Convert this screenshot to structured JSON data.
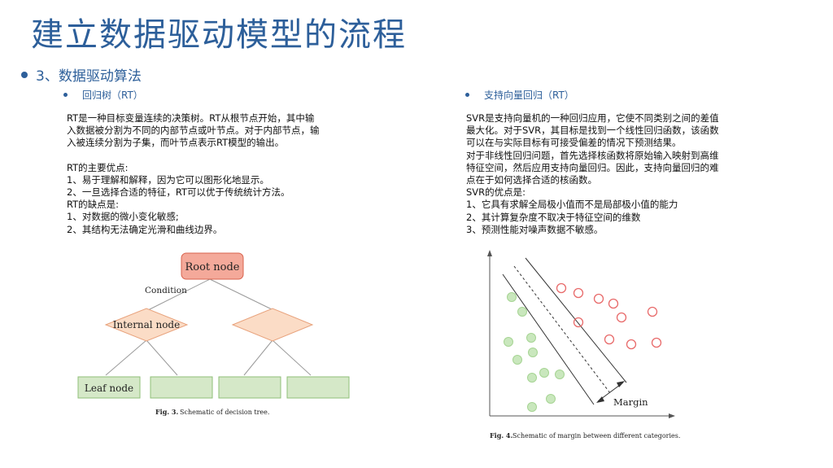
{
  "slide": {
    "title": "建立数据驱动模型的流程",
    "section": "3、数据驱动算法",
    "left": {
      "heading": "回归树（RT）",
      "lines_p1": [
        "RT是一种目标变量连续的决策树。RT从根节点开始，其中输",
        "入数据被分割为不同的内部节点或叶节点。对于内部节点，输",
        "入被连续分割为子集，而叶节点表示RT模型的输出。"
      ],
      "lines_p2": [
        "RT的主要优点:",
        "1、易于理解和解释，因为它可以图形化地显示。",
        "2、一旦选择合适的特征，RT可以优于传统统计方法。",
        "RT的缺点是:",
        "1、对数据的微小变化敏感;",
        "2、其结构无法确定光滑和曲线边界。"
      ]
    },
    "right": {
      "heading": "支持向量回归（RT）",
      "lines": [
        "SVR是支持向量机的一种回归应用，它使不同类别之间的差值",
        "最大化。对于SVR，其目标是找到一个线性回归函数，该函数",
        "可以在与实际目标有可接受偏差的情况下预测结果。",
        "对于非线性回归问题，首先选择核函数将原始输入映射到高维",
        "特征空间，然后应用支持向量回归。因此，支持向量回归的难",
        "点在于如何选择合适的核函数。",
        "SVR的优点是:",
        "1、它具有求解全局极小值而不是局部极小值的能力",
        "2、其计算复杂度不取决于特征空间的维数",
        "3、预测性能对噪声数据不敏感。"
      ]
    },
    "fig3": {
      "root_label": "Root node",
      "condition_label": "Condition",
      "internal_label": "Internal node",
      "leaf_label": "Leaf node",
      "caption_bold": "Fig. 3.",
      "caption": "Schematic of decision tree."
    },
    "fig4": {
      "margin_label": "Margin",
      "caption_bold": "Fig. 4.",
      "caption": "Schematic of margin between different categories."
    },
    "colors": {
      "title": "#2d5f9a",
      "root_fill": "#f4a99a",
      "root_stroke": "#d9634e",
      "internal_fill": "#fbdcc6",
      "internal_stroke": "#e8a27c",
      "leaf_fill": "#d5e8c8",
      "leaf_stroke": "#8fbf77",
      "red_point": "#e86a6a",
      "green_point": "#a6d493"
    }
  }
}
